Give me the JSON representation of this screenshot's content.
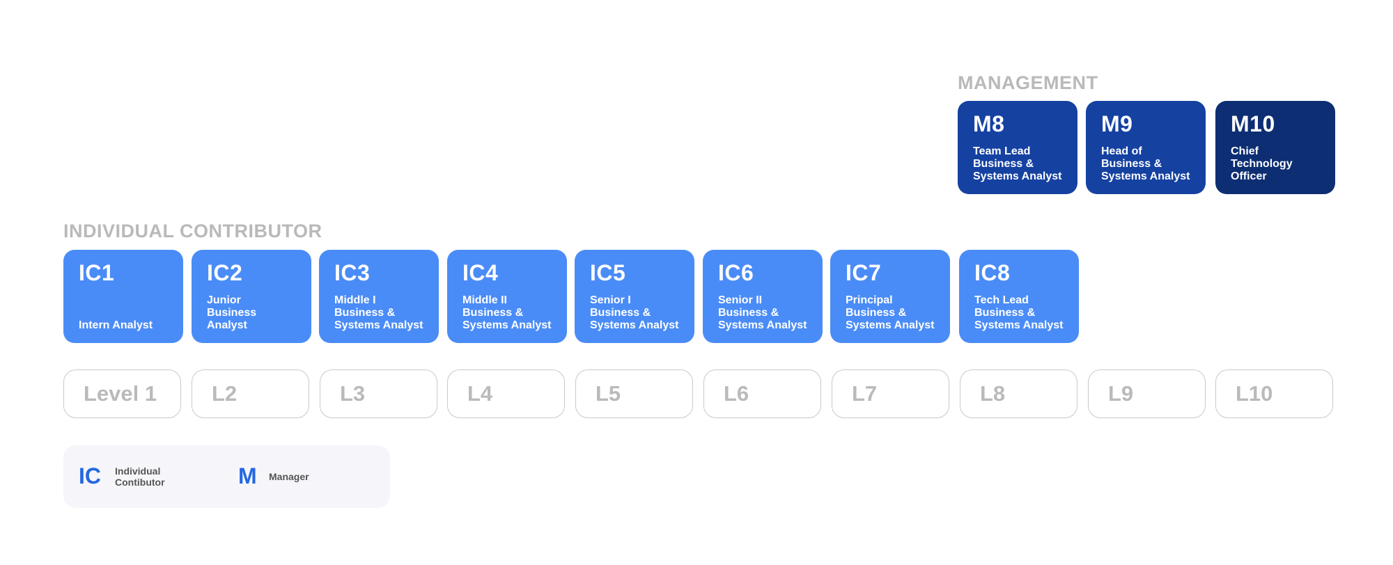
{
  "sections": {
    "management_title": "MANAGEMENT",
    "ic_title": "INDIVIDUAL CONTRIBUTOR"
  },
  "management": [
    {
      "code": "M8",
      "role": "Team Lead\nBusiness &\nSystems Analyst"
    },
    {
      "code": "M9",
      "role": "Head of\nBusiness &\nSystems Analyst"
    },
    {
      "code": "M10",
      "role": "Chief\nTechnology\nOfficer"
    }
  ],
  "individual_contributor": [
    {
      "code": "IC1",
      "role": "Intern Analyst"
    },
    {
      "code": "IC2",
      "role": "Junior\nBusiness\nAnalyst"
    },
    {
      "code": "IC3",
      "role": "Middle I\nBusiness &\nSystems Analyst"
    },
    {
      "code": "IC4",
      "role": "Middle II\nBusiness &\nSystems Analyst"
    },
    {
      "code": "IC5",
      "role": "Senior I\nBusiness &\nSystems Analyst"
    },
    {
      "code": "IC6",
      "role": "Senior II\nBusiness &\nSystems Analyst"
    },
    {
      "code": "IC7",
      "role": "Principal\nBusiness &\nSystems Analyst"
    },
    {
      "code": "IC8",
      "role": "Tech Lead\nBusiness &\nSystems Analyst"
    }
  ],
  "levels": [
    "Level 1",
    "L2",
    "L3",
    "L4",
    "L5",
    "L6",
    "L7",
    "L8",
    "L9",
    "L10"
  ],
  "legend": {
    "ic_mark": "IC",
    "ic_text": "Individual\nContibutor",
    "m_mark": "M",
    "m_text": "Manager"
  },
  "colors": {
    "ic_card": "#4a8cf7",
    "m_card": "#1541a1",
    "m_card_top": "#0d2e72",
    "section_title": "#b9b9b9",
    "legend_mark": "#2568e0"
  }
}
